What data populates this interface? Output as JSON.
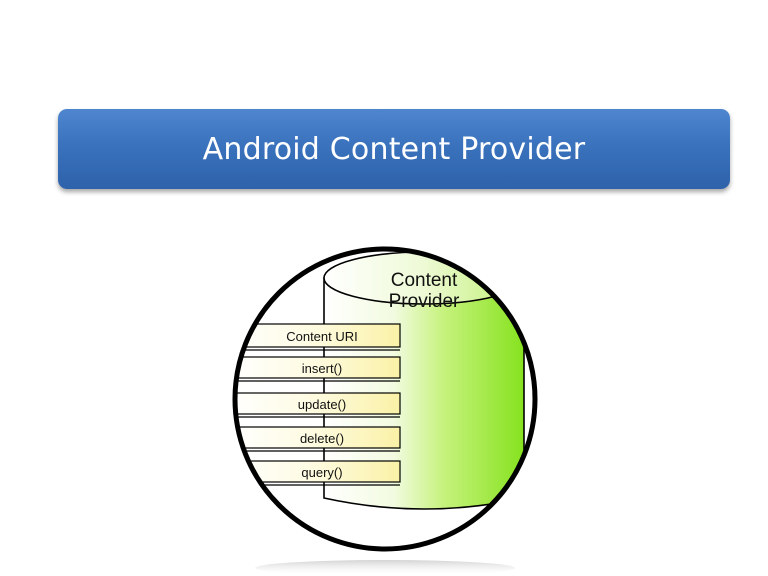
{
  "slide": {
    "title": "Android Content Provider"
  },
  "diagram": {
    "cylinder_label_line1": "Content",
    "cylinder_label_line2": "Provider",
    "interface_items": [
      "Content URI",
      "insert()",
      "update()",
      "delete()",
      "query()"
    ],
    "colors": {
      "banner": "#3a72bd",
      "cylinder_green": "#8ce62a",
      "tab_yellow": "#fdf6b6",
      "outline": "#000000"
    }
  }
}
